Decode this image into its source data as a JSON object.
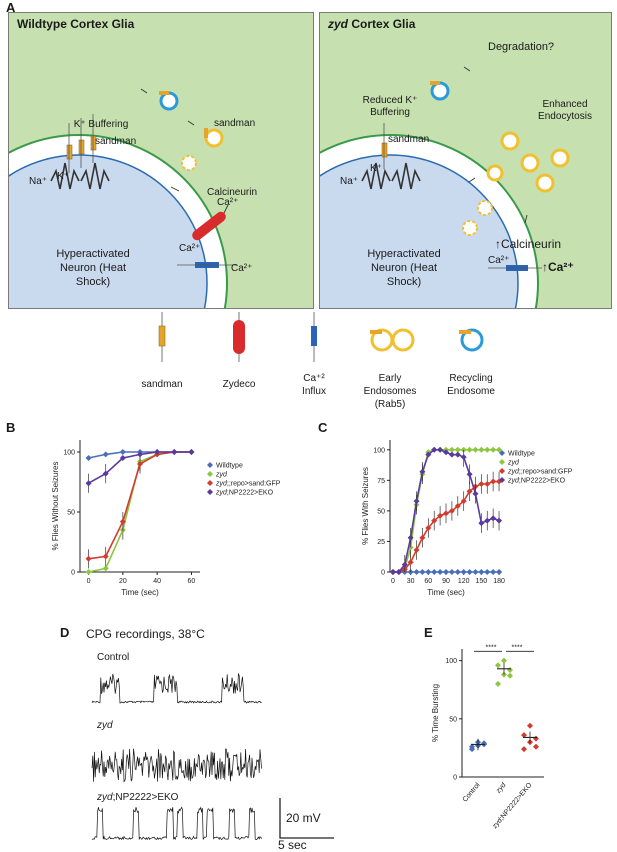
{
  "panel_letters": {
    "a": "A",
    "b": "B",
    "c": "C",
    "d": "D",
    "e": "E"
  },
  "panel_a": {
    "left": {
      "title_prefix": "Wildtype",
      "title_suffix": "Cortex Glia",
      "k_buffering": "K⁺ Buffering",
      "sandman_top": "sandman",
      "sandman_side": "sandman",
      "calcineurin": "Calcineurin",
      "ion_na": "Na⁺",
      "ion_k": "K⁺",
      "ca1": "Ca²⁺",
      "ca2": "Ca²⁺",
      "ca3": "Ca²⁺",
      "neuron": "Hyperactivated Neuron (Heat Shock)"
    },
    "right": {
      "title_prefix": "zyd",
      "title_suffix": "Cortex Glia",
      "degradation": "Degradation?",
      "reduced": "Reduced K⁺ Buffering",
      "sandman": "sandman",
      "enhanced": "Enhanced Endocytosis",
      "calcineurin": "Calcineurin",
      "ion_na": "Na⁺",
      "ion_k": "K⁺",
      "ca_small": "Ca²⁺",
      "ca_big": "Ca²⁺",
      "neuron": "Hyperactivated Neuron (Heat Shock)"
    },
    "legend": [
      {
        "icon": "sandman-channel-icon",
        "label": "sandman"
      },
      {
        "icon": "zydeco-exchanger-icon",
        "label": "Zydeco"
      },
      {
        "icon": "calcium-channel-icon",
        "label": "Ca⁺² Influx"
      },
      {
        "icon": "early-endosome-icon",
        "label": "Early Endosomes (Rab5)"
      },
      {
        "icon": "recycling-endosome-icon",
        "label": "Recycling Endosome"
      }
    ]
  },
  "colors": {
    "wildtype": "#4a6fb8",
    "zyd": "#8dc63f",
    "rescue": "#d23c2f",
    "ekko": "#5a3a9e",
    "glia": "#c7e0b0",
    "neuron": "#c9d9ee"
  },
  "chart_data": [
    {
      "type": "line",
      "panel": "B",
      "title": "",
      "xlabel": "Time (sec)",
      "ylabel": "% Flies Without Seizures",
      "x_ticks": [
        0,
        20,
        40,
        60
      ],
      "y_ticks": [
        0,
        50,
        100
      ],
      "xlim": [
        -5,
        65
      ],
      "ylim": [
        0,
        110
      ],
      "legend_position": "inside-right",
      "series": [
        {
          "name": "Wildtype",
          "name_plain": "Wildtype",
          "name_italic": "",
          "color": "#4a6fb8",
          "x": [
            0,
            10,
            20,
            30,
            40,
            50,
            60
          ],
          "y": [
            95,
            98,
            100,
            100,
            100,
            100,
            100
          ]
        },
        {
          "name": "zyd",
          "name_plain": "",
          "name_italic": "zyd",
          "color": "#8dc63f",
          "x": [
            0,
            10,
            20,
            30,
            40,
            50,
            60
          ],
          "y": [
            0,
            3,
            35,
            92,
            98,
            100,
            100
          ]
        },
        {
          "name": "zyd;;repo>sand:GFP",
          "name_plain": ";;repo>sand:GFP",
          "name_italic": "zyd",
          "color": "#d23c2f",
          "x": [
            0,
            10,
            20,
            30,
            40,
            50,
            60
          ],
          "y": [
            11,
            13,
            42,
            90,
            98,
            100,
            100
          ]
        },
        {
          "name": "zyd;NP2222>EKO",
          "name_plain": ";NP2222>EKO",
          "name_italic": "zyd",
          "color": "#5a3a9e",
          "x": [
            0,
            10,
            20,
            30,
            40,
            50,
            60
          ],
          "y": [
            74,
            82,
            95,
            98,
            100,
            100,
            100
          ]
        }
      ]
    },
    {
      "type": "line",
      "panel": "C",
      "title": "",
      "xlabel": "Time (sec)",
      "ylabel": "% Flies With Seizures",
      "x_ticks": [
        0,
        30,
        60,
        90,
        120,
        150,
        180
      ],
      "y_ticks": [
        0,
        25,
        50,
        75,
        100
      ],
      "xlim": [
        -5,
        185
      ],
      "ylim": [
        0,
        108
      ],
      "legend_position": "right",
      "series": [
        {
          "name": "Wildtype",
          "name_plain": "Wildtype",
          "name_italic": "",
          "color": "#4a6fb8",
          "x": [
            0,
            10,
            20,
            30,
            40,
            50,
            60,
            70,
            80,
            90,
            100,
            110,
            120,
            130,
            140,
            150,
            160,
            170,
            180
          ],
          "y": [
            0,
            0,
            0,
            0,
            0,
            0,
            0,
            0,
            0,
            0,
            0,
            0,
            0,
            0,
            0,
            0,
            0,
            0,
            0
          ]
        },
        {
          "name": "zyd",
          "name_plain": "",
          "name_italic": "zyd",
          "color": "#8dc63f",
          "x": [
            0,
            10,
            20,
            30,
            40,
            50,
            60,
            70,
            80,
            90,
            100,
            110,
            120,
            130,
            140,
            150,
            160,
            170,
            180
          ],
          "y": [
            0,
            0,
            3,
            20,
            55,
            80,
            98,
            100,
            100,
            100,
            100,
            100,
            100,
            100,
            100,
            100,
            100,
            100,
            100
          ]
        },
        {
          "name": "zyd;;repo>sand:GFP",
          "name_plain": ";;repo>sand:GFP",
          "name_italic": "zyd",
          "color": "#d23c2f",
          "x": [
            0,
            10,
            20,
            30,
            40,
            50,
            60,
            70,
            80,
            90,
            100,
            110,
            120,
            130,
            140,
            150,
            160,
            170,
            180
          ],
          "y": [
            0,
            0,
            2,
            8,
            18,
            28,
            36,
            42,
            46,
            48,
            50,
            54,
            58,
            66,
            70,
            72,
            72,
            74,
            74
          ]
        },
        {
          "name": "zyd;NP2222>EKO",
          "name_plain": ";NP2222>EKO",
          "name_italic": "zyd",
          "color": "#5a3a9e",
          "x": [
            0,
            10,
            20,
            30,
            40,
            50,
            60,
            70,
            80,
            90,
            100,
            110,
            120,
            130,
            140,
            150,
            160,
            170,
            180
          ],
          "y": [
            0,
            0,
            6,
            28,
            58,
            82,
            96,
            100,
            100,
            98,
            96,
            96,
            94,
            80,
            64,
            40,
            42,
            44,
            42
          ]
        }
      ]
    },
    {
      "type": "scatter",
      "panel": "E",
      "title": "",
      "xlabel": "",
      "ylabel": "% Time Bursting",
      "categories": [
        "Control",
        "zyd",
        "zyd;NP2222>EKO"
      ],
      "category_labels": [
        {
          "plain": "Control",
          "italic": ""
        },
        {
          "plain": "",
          "italic": "zyd"
        },
        {
          "plain": ";NP2222>EKO",
          "italic": "zyd"
        }
      ],
      "y_ticks": [
        0,
        50,
        100
      ],
      "ylim": [
        0,
        110
      ],
      "series": [
        {
          "name": "Control",
          "name_plain": "Control",
          "name_italic": "",
          "color": "#4a6fb8",
          "values": [
            24,
            27,
            29,
            26,
            30,
            28
          ],
          "mean": 28
        },
        {
          "name": "zyd",
          "name_plain": "",
          "name_italic": "zyd",
          "color": "#8dc63f",
          "values": [
            80,
            88,
            92,
            96,
            100,
            87
          ],
          "mean": 93
        },
        {
          "name": "zyd;NP2222>EKO",
          "name_plain": ";NP2222>EKO",
          "name_italic": "zyd",
          "color": "#d23c2f",
          "values": [
            24,
            30,
            33,
            36,
            44,
            26
          ],
          "mean": 34
        }
      ],
      "significance": [
        "****",
        "****"
      ]
    }
  ],
  "panel_d": {
    "title": "CPG recordings, 38°C",
    "traces": [
      {
        "plain": "Control",
        "italic": ""
      },
      {
        "plain": "",
        "italic": "zyd"
      },
      {
        "plain": ";NP2222>EKO",
        "italic": "zyd"
      }
    ],
    "scale_v": "20 mV",
    "scale_t": "5 sec"
  }
}
